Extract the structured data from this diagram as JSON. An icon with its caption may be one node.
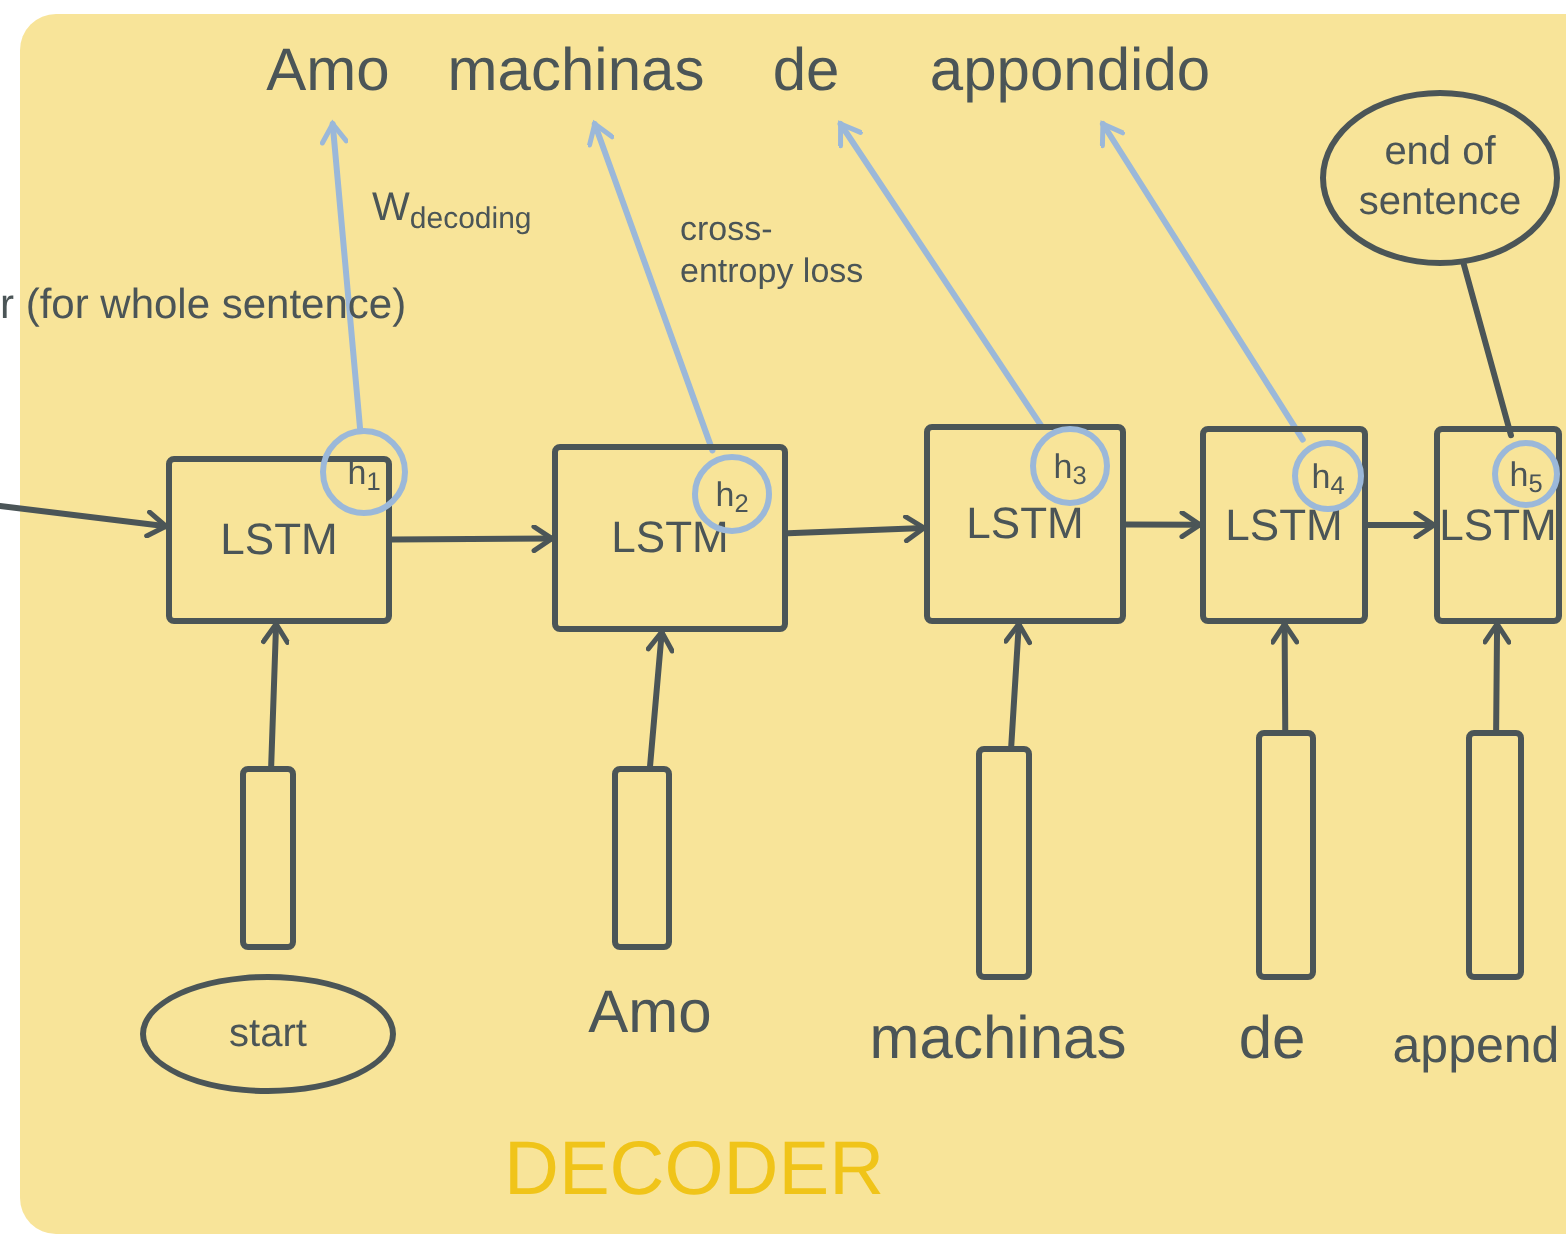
{
  "diagram": {
    "nodes": [
      {
        "text": [
          "Amo"
        ]
      },
      {
        "text": [
          "machinas"
        ]
      },
      {
        "text": [
          "de"
        ]
      },
      {
        "text": [
          "appondido"
        ]
      },
      {
        "text": [
          "end of sentence"
        ]
      },
      {
        "text": [
          "LSTM"
        ]
      },
      {
        "text": [
          "LSTM"
        ]
      },
      {
        "text": [
          "LSTM"
        ]
      },
      {
        "text": [
          "LSTM"
        ]
      },
      {
        "text": [
          "LSTM"
        ]
      },
      {
        "text": [
          "h$_{1}$"
        ]
      },
      {
        "text": [
          "h$_{2}$"
        ],
        "in": 6
      },
      {
        "text": [
          "h$_{3}$"
        ],
        "in": 7
      },
      {
        "text": [
          "h$_{4}$"
        ],
        "in": 8
      },
      {
        "text": [
          "h$_{5}$"
        ],
        "in": 9
      },
      {
        "text": [],
        "shape": "bar"
      },
      {
        "text": [],
        "shape": "bar"
      },
      {
        "text": [],
        "shape": "bar"
      },
      {
        "text": [],
        "shape": "bar"
      },
      {
        "text": [],
        "shape": "bar"
      },
      {
        "text": [
          "start"
        ]
      },
      {
        "text": [
          "Amo"
        ]
      },
      {
        "text": [
          "machinas"
        ]
      },
      {
        "text": [
          "de"
        ]
      },
      {
        "text": [
          "append"
        ]
      }
    ],
    "edges": [
      {
        "from": null,
        "to": 5,
        "arrow": "to"
      },
      {
        "from": 5,
        "to": 6,
        "arrow": "to"
      },
      {
        "from": 6,
        "to": 7,
        "arrow": "to"
      },
      {
        "from": 7,
        "to": 8,
        "arrow": "to"
      },
      {
        "from": 8,
        "to": 9,
        "arrow": "to"
      },
      {
        "from": 10,
        "to": 0,
        "arrow": "to",
        "color": "#9bb8d9"
      },
      {
        "from": 11,
        "to": 1,
        "arrow": "to",
        "color": "#9bb8d9"
      },
      {
        "from": 12,
        "to": 2,
        "arrow": "to",
        "color": "#9bb8d9"
      },
      {
        "from": 13,
        "to": 3,
        "arrow": "to",
        "color": "#9bb8d9"
      },
      {
        "from": 14,
        "to": 4,
        "arrow": "none"
      },
      {
        "from": 15,
        "to": 5,
        "arrow": "to"
      },
      {
        "from": 16,
        "to": 6,
        "arrow": "to"
      },
      {
        "from": 17,
        "to": 7,
        "arrow": "to"
      },
      {
        "from": 18,
        "to": 8,
        "arrow": "to"
      },
      {
        "from": 19,
        "to": 9,
        "arrow": "to"
      }
    ],
    "labels": [
      "W$_{decoding}$",
      "cross-entropy loss",
      "r (for whole sentence)",
      "DECODER"
    ]
  }
}
